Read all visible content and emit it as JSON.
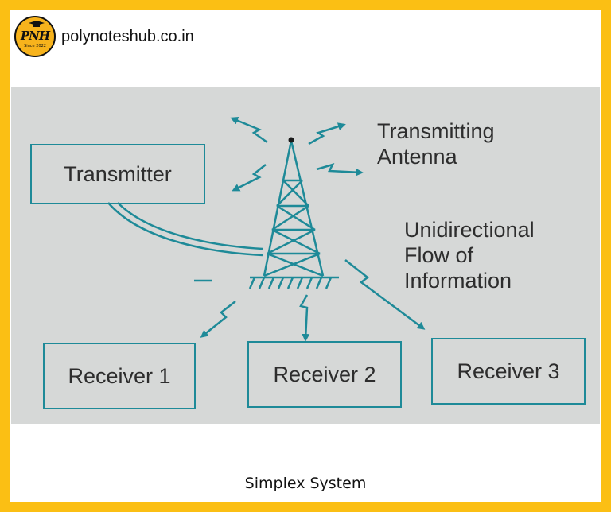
{
  "brand": {
    "logo_text": "PNH",
    "logo_since": "Since 2022",
    "site_name": "polynoteshub.co.in",
    "accent_color": "#fbbf14"
  },
  "diagram": {
    "transmitter": "Transmitter",
    "antenna_label_line1": "Transmitting",
    "antenna_label_line2": "Antenna",
    "flow_label_line1": "Unidirectional",
    "flow_label_line2": "Flow of",
    "flow_label_line3": "Information",
    "receivers": [
      "Receiver 1",
      "Receiver 2",
      "Receiver 3"
    ],
    "line_color": "#1e8a98"
  },
  "caption": "Simplex System"
}
